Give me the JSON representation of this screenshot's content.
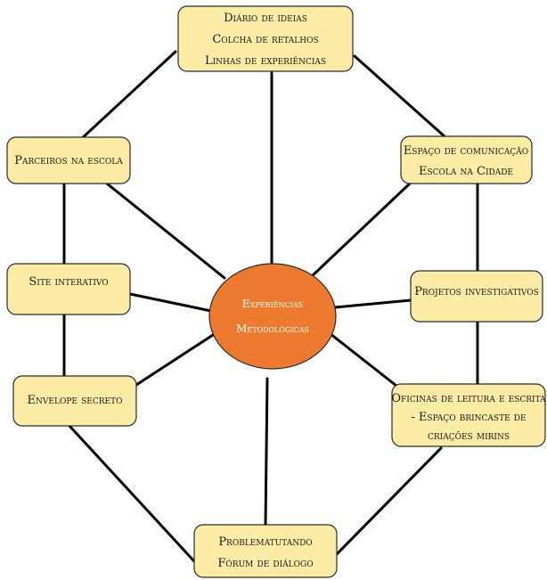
{
  "hub": {
    "lines": [
      "Experiências",
      "Metodológicas"
    ]
  },
  "nodes": {
    "top": [
      "Diário de ideias",
      "Colcha de retalhos",
      "Linhas de experiências"
    ],
    "parceiros": [
      "Parceiros na escola"
    ],
    "espaco": [
      "Espaço de comunicação",
      "Escola na Cidade"
    ],
    "site": [
      "Site interativo"
    ],
    "projetos": [
      "Projetos investigativos"
    ],
    "envelope": [
      "Envelope secreto"
    ],
    "oficinas": [
      "Oficinas de leitura e escrita",
      "- Espaço brincaste de",
      "criações mirins"
    ],
    "bottom": [
      "Problematutando",
      "Fórum de diálogo"
    ]
  },
  "colors": {
    "node_fill": "#fdeca6",
    "hub_fill": "#ee7a30",
    "line": "#000000"
  }
}
